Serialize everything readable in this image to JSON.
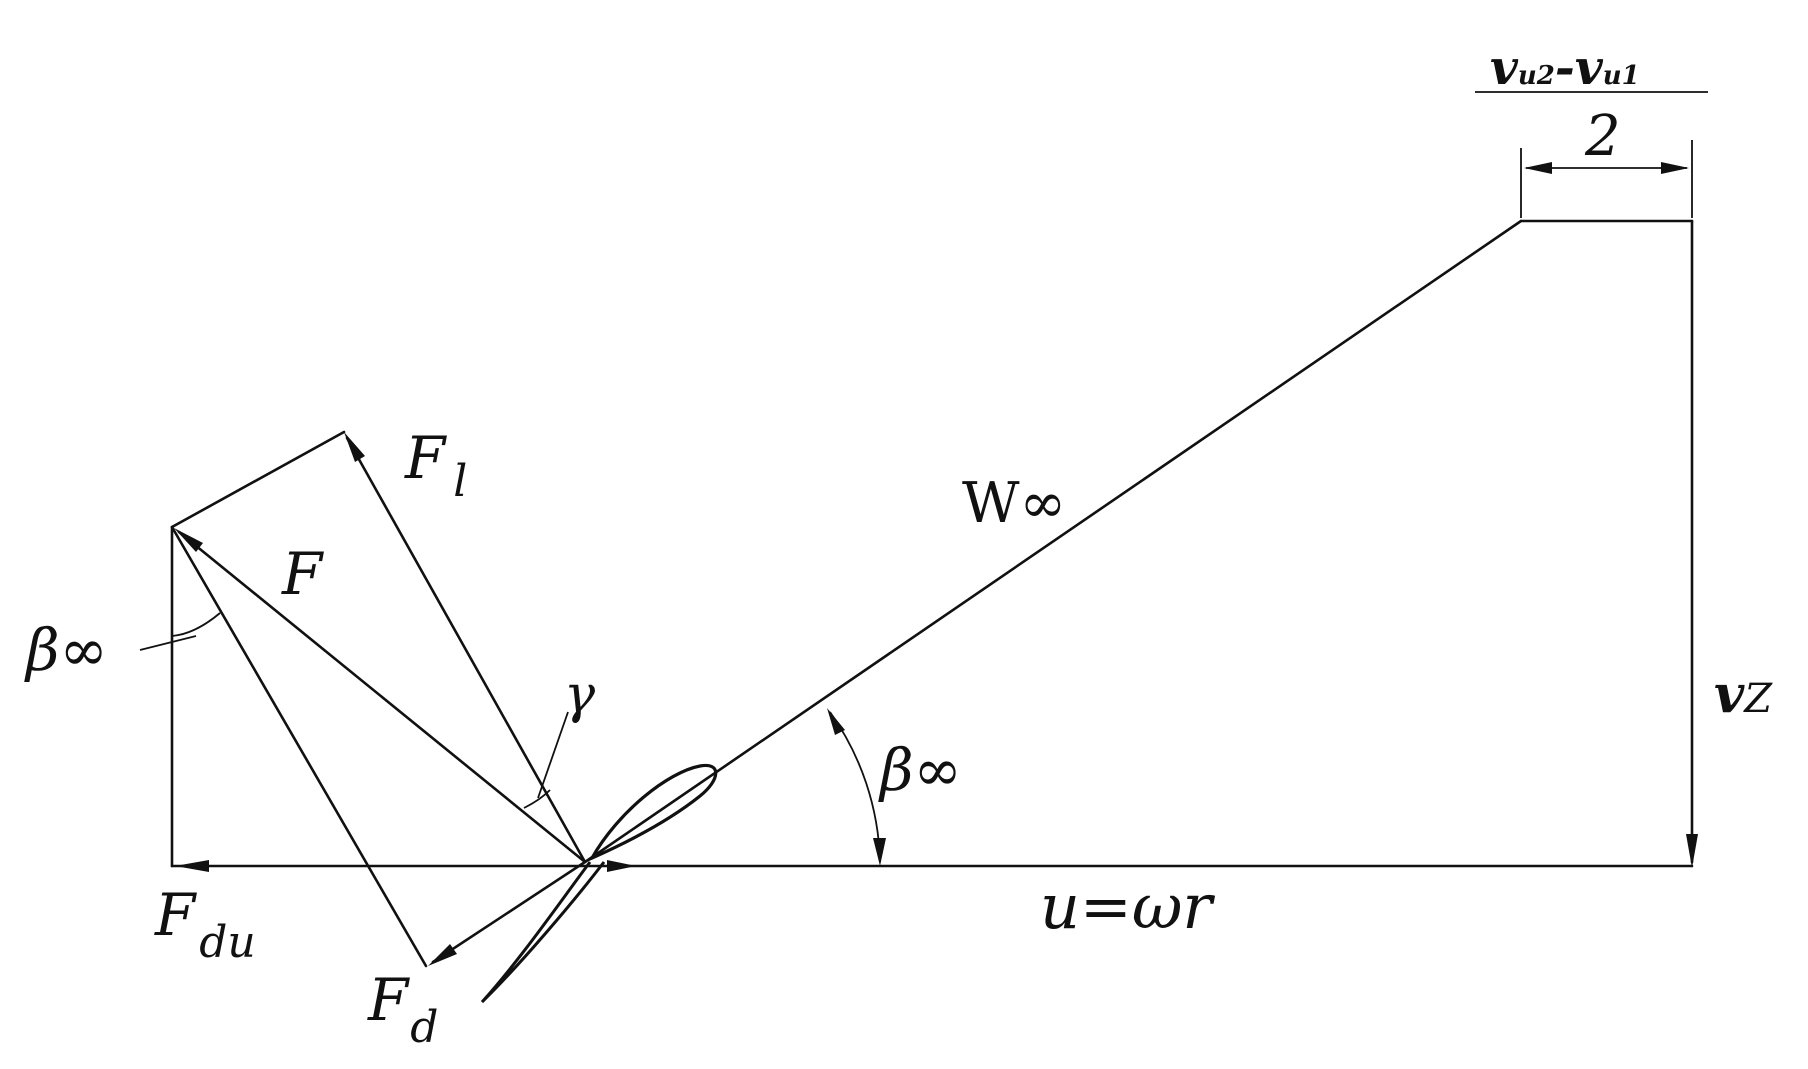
{
  "labels": {
    "frac_num_a": "v",
    "frac_num_a_sub": "u2",
    "frac_minus": "-",
    "frac_num_b": "v",
    "frac_num_b_sub": "u1",
    "frac_den": "2",
    "f_lift": "F",
    "f_lift_sub": "l",
    "w_inf": "W∞",
    "force": "F",
    "beta_left": "β∞",
    "gamma": "γ",
    "v_z": "v",
    "v_z_sub": "Z",
    "beta_right": "β∞",
    "f_du": "F",
    "f_du_sub": "du",
    "f_drag": "F",
    "f_drag_sub": "d",
    "u_eq": "u=ωr"
  },
  "colors": {
    "stroke": "#111111",
    "background": "#ffffff"
  }
}
